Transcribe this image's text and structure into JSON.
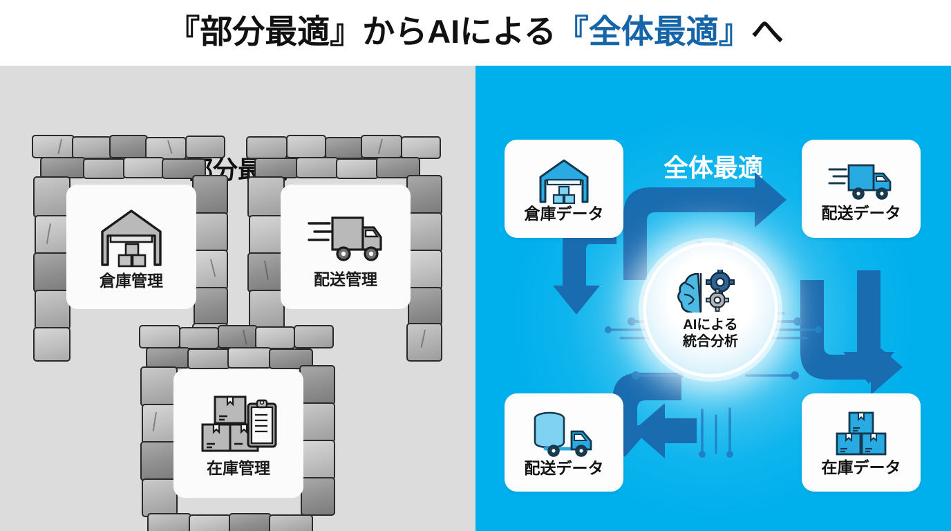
{
  "title": {
    "part1": "『部分最適』からAIによる",
    "part2": "『全体最適』",
    "part3": "へ",
    "accent_color": "#1565a8"
  },
  "left_panel": {
    "heading": "部分最適",
    "background_color": "#dcdcdc",
    "description": "siloed systems walled off by stone barriers",
    "cards": [
      {
        "label": "倉庫管理",
        "icon": "warehouse-icon"
      },
      {
        "label": "配送管理",
        "icon": "truck-icon"
      },
      {
        "label": "在庫管理",
        "icon": "boxes-clipboard-icon"
      }
    ]
  },
  "right_panel": {
    "heading": "全体最適",
    "background_color": "#00b0ec",
    "arrow_color": "#1a6cb0",
    "icon_color": "#29ABE2",
    "hub": {
      "line1": "AIによる",
      "line2": "統合分析",
      "icon": "brain-gears-icon"
    },
    "cards": [
      {
        "label": "倉庫データ",
        "icon": "warehouse-icon",
        "position": "top-left"
      },
      {
        "label": "配送データ",
        "icon": "truck-icon",
        "position": "top-right"
      },
      {
        "label": "配送データ",
        "icon": "database-truck-icon",
        "position": "bottom-left"
      },
      {
        "label": "在庫データ",
        "icon": "boxes-icon",
        "position": "bottom-right"
      }
    ]
  }
}
